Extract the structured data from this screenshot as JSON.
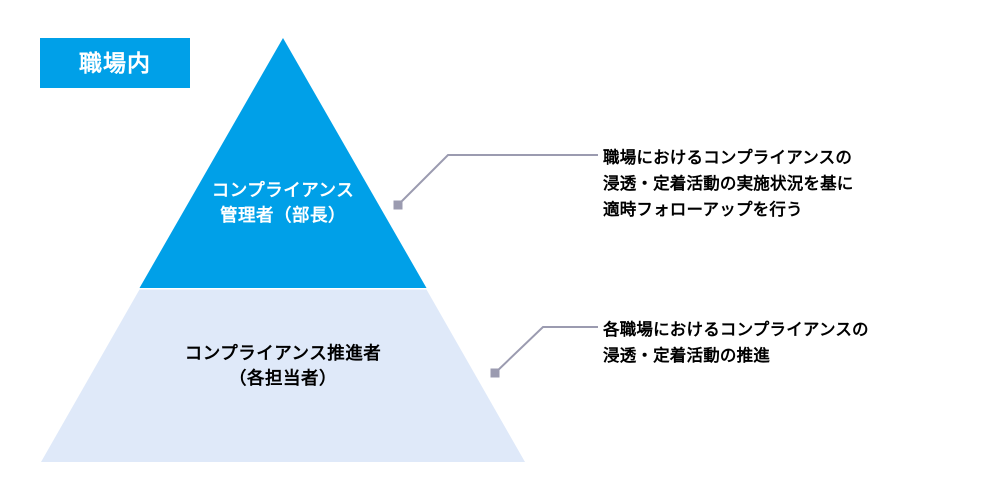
{
  "diagram": {
    "title_label": "職場内",
    "accent_color": "#00a0e8",
    "tier_light_color": "#dfe9f9",
    "leader_color": "#9b9bb0",
    "tiers": [
      {
        "id": "compliance-manager",
        "lines": [
          "コンプライアンス",
          "管理者（部長）"
        ],
        "fill": "#00a0e8",
        "text_color": "#ffffff"
      },
      {
        "id": "compliance-promoter",
        "lines": [
          "コンプライアンス推進者",
          "（各担当者）"
        ],
        "fill": "#dfe9f9",
        "text_color": "#000000"
      }
    ],
    "annotations": [
      {
        "id": "manager-role",
        "lines": [
          "職場におけるコンプライアンスの",
          "浸透・定着活動の実施状況を基に",
          "適時フォローアップを行う"
        ]
      },
      {
        "id": "promoter-role",
        "lines": [
          "各職場におけるコンプライアンスの",
          "浸透・定着活動の推進"
        ]
      }
    ]
  }
}
